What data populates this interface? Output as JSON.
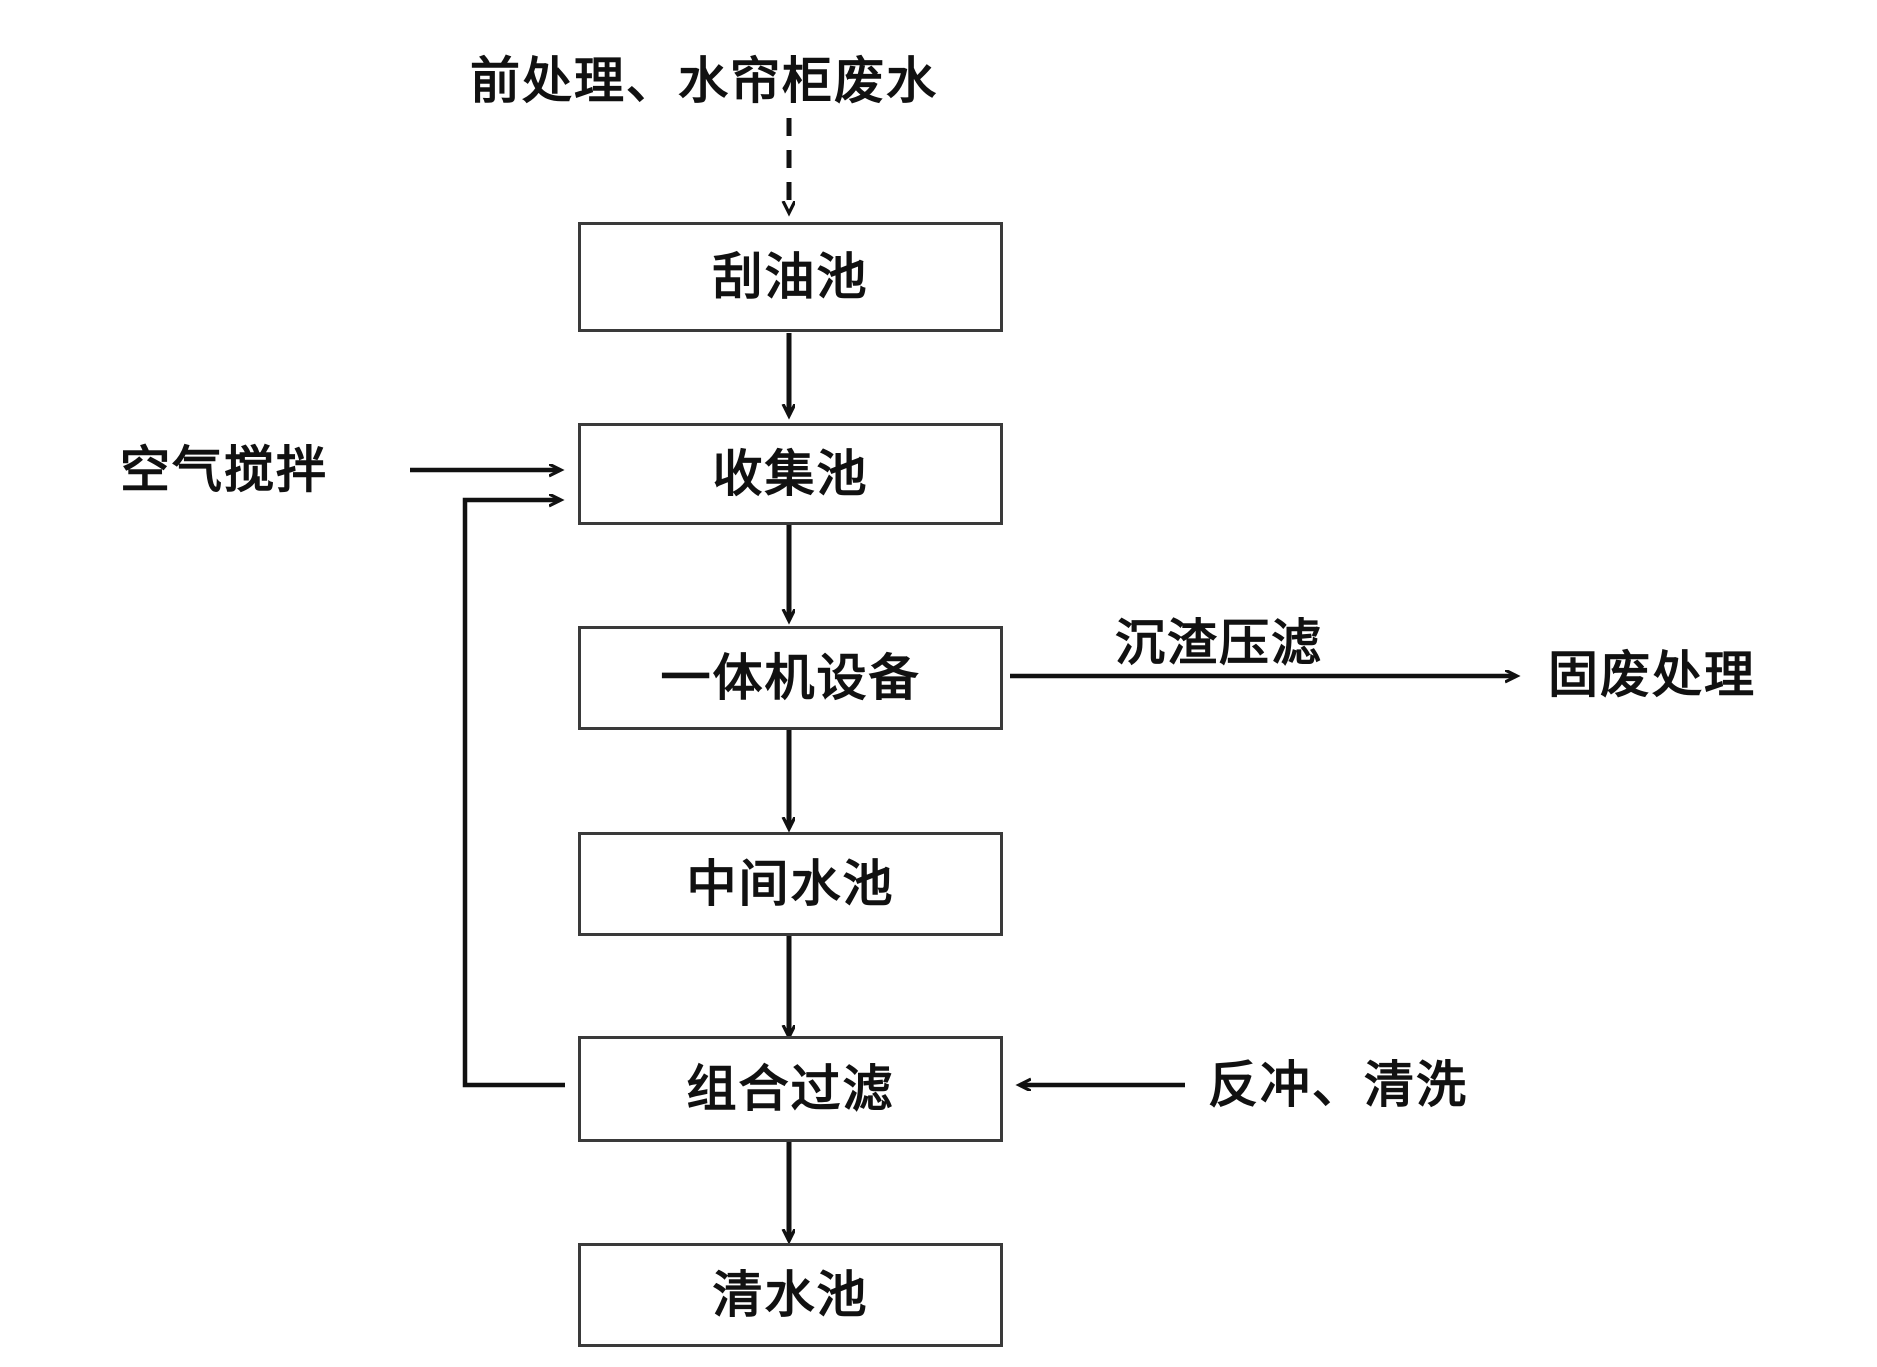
{
  "diagram": {
    "title": "前处理、水帘柜废水",
    "type": "wastewater-treatment-flowchart",
    "orientation": "top-to-bottom",
    "line_color": "#3a3a3a",
    "text_color": "#111111",
    "background": "#ffffff",
    "nodes": [
      {
        "id": "gua_you_chi",
        "label": "刮油池"
      },
      {
        "id": "shou_ji_chi",
        "label": "收集池"
      },
      {
        "id": "yi_ti_ji",
        "label": "一体机设备"
      },
      {
        "id": "zhong_jian",
        "label": "中间水池"
      },
      {
        "id": "zu_he_guolv",
        "label": "组合过滤"
      },
      {
        "id": "qing_shui_chi",
        "label": "清水池"
      }
    ],
    "side_labels": [
      {
        "id": "air-stir",
        "label": "空气搅拌",
        "target": "收集池",
        "side": "left"
      },
      {
        "id": "sediment-press",
        "label": "沉渣压滤",
        "target": "固废处理",
        "side": "right"
      },
      {
        "id": "solid-waste",
        "label": "固废处理",
        "side": "right-end"
      },
      {
        "id": "backwash-clean",
        "label": "反冲、清洗",
        "target": "组合过滤",
        "side": "right"
      }
    ],
    "edges": [
      {
        "from": "前处理、水帘柜废水",
        "to": "刮油池",
        "style": "dashed"
      },
      {
        "from": "刮油池",
        "to": "收集池",
        "style": "solid"
      },
      {
        "from": "收集池",
        "to": "一体机设备",
        "style": "solid"
      },
      {
        "from": "一体机设备",
        "to": "固废处理",
        "style": "solid",
        "label": "沉渣压滤"
      },
      {
        "from": "一体机设备",
        "to": "中间水池",
        "style": "solid"
      },
      {
        "from": "中间水池",
        "to": "组合过滤",
        "style": "solid"
      },
      {
        "from": "组合过滤",
        "to": "清水池",
        "style": "solid"
      },
      {
        "from": "组合过滤",
        "to": "收集池",
        "style": "solid",
        "note": "recirculation"
      },
      {
        "from": "空气搅拌",
        "to": "收集池",
        "style": "solid"
      },
      {
        "from": "反冲、清洗",
        "to": "组合过滤",
        "style": "solid"
      }
    ]
  }
}
